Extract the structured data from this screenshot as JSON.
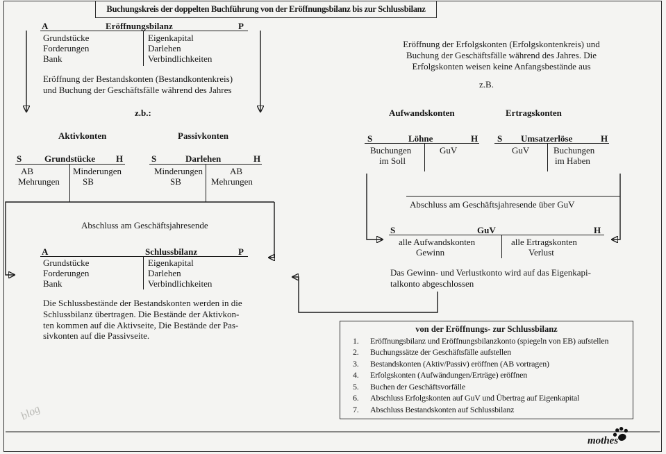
{
  "page": {
    "title": "Buchungskreis der doppelten Buchführung von der Eröffnungsbilanz bis zur Schlussbilanz",
    "watermark": "blog",
    "logo_text": "mothes",
    "ink_color": "#1a1a1a",
    "background_color": "#f4f4f2"
  },
  "labels": {
    "aktivkonten": "Aktivkonten",
    "passivkonten": "Passivkonten",
    "aufwandskonten": "Aufwandskonten",
    "ertragskonten": "Ertragskonten"
  },
  "notes": {
    "bestandskonten": "Eröffnung der Bestandskonten (Bestandkontenkreis)\nund Buchung der Geschäftsfälle während des Jahres",
    "erfolgskonten": "Eröffnung der Erfolgskonten (Erfolgskontenkreis) und\nBuchung der Geschäftsfälle während des Jahres. Die\nErfolgskonten weisen keine Anfangsbestände aus",
    "zb_left": "z.b.:",
    "zb_right": "z.B.",
    "abschluss_guv": "Abschluss am Geschäftsjahresende über GuV",
    "abschluss_jahresende": "Abschluss am Geschäftsjahresende",
    "guv_abschluss": "Das Gewinn- und Verlustkonto wird auf das Eigenkapi-\ntalkonto abgeschlossen",
    "schlussbilanz_note": "Die Schlussbestände der Bestandskonten werden in die\nSchlussbilanz übertragen. Die Bestände der Aktivkon-\nten kommen auf die Aktivseite, Die Bestände der Pas-\nsivkonten auf die Passivseite."
  },
  "accounts": {
    "eb": {
      "left": "A",
      "title": "Eröffnungsbilanz",
      "right": "P",
      "debit": [
        "Grundstücke",
        "Forderungen",
        "Bank"
      ],
      "credit": [
        "Eigenkapital",
        "Darlehen",
        "Verbindlichkeiten"
      ]
    },
    "grundstuecke": {
      "left": "S",
      "title": "Grundstücke",
      "right": "H",
      "debit": [
        "AB",
        "Mehrungen"
      ],
      "credit": [
        "Minderungen",
        "SB"
      ]
    },
    "darlehen": {
      "left": "S",
      "title": "Darlehen",
      "right": "H",
      "debit": [
        "Minderungen",
        "SB"
      ],
      "credit": [
        "AB",
        "Mehrungen"
      ]
    },
    "loehne": {
      "left": "S",
      "title": "Löhne",
      "right": "H",
      "debit": [
        "Buchungen",
        "im Soll"
      ],
      "credit": [
        "GuV"
      ]
    },
    "umsatz": {
      "left": "S",
      "title": "Umsatzerlöse",
      "right": "H",
      "debit": [
        "GuV"
      ],
      "credit": [
        "Buchungen",
        "im Haben"
      ]
    },
    "guv": {
      "left": "S",
      "title": "GuV",
      "right": "H",
      "debit": [
        "alle Aufwandskonten",
        "Gewinn"
      ],
      "credit": [
        "alle Ertragskonten",
        "Verlust"
      ]
    },
    "sb": {
      "left": "A",
      "title": "Schlussbilanz",
      "right": "P",
      "debit": [
        "Grundstücke",
        "Forderungen",
        "Bank"
      ],
      "credit": [
        "Eigenkapital",
        "Darlehen",
        "Verbindlichkeiten"
      ]
    }
  },
  "steps_box": {
    "title": "von der Eröffnungs- zur Schlussbilanz",
    "steps": [
      {
        "num": "1.",
        "text": "Eröffnungsbilanz und Eröffnungsbilanzkonto (spiegeln von EB) aufstellen"
      },
      {
        "num": "2.",
        "text": "Buchungssätze der Geschäftsfälle aufstellen"
      },
      {
        "num": "3.",
        "text": "Bestandskonten (Aktiv/Passiv) eröffnen (AB vortragen)"
      },
      {
        "num": "4.",
        "text": "Erfolgskonten (Aufwändungen/Erträge) eröffnen"
      },
      {
        "num": "5.",
        "text": "Buchen der Geschäftsvorfälle"
      },
      {
        "num": "6.",
        "text": "Abschluss Erfolgskonten auf GuV und Übertrag auf Eigenkapital"
      },
      {
        "num": "7.",
        "text": "Abschluss Bestandskonten auf Schlussbilanz"
      }
    ]
  }
}
